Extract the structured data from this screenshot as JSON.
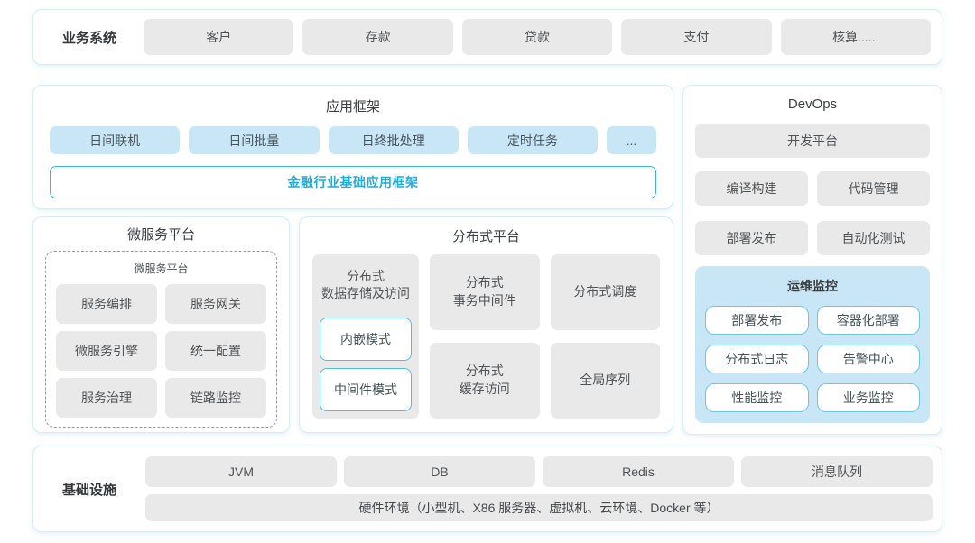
{
  "colors": {
    "accent_teal": "#2fb3d9",
    "panel_border": "#d7ecf3",
    "blue_box": "#c9e6f7",
    "gray_box": "#e9e9e9",
    "monitor_bg": "#c9e6f7"
  },
  "business": {
    "label": "业务系统",
    "items": [
      "客户",
      "存款",
      "贷款",
      "支付",
      "核算......"
    ]
  },
  "app_framework": {
    "title": "应用框架",
    "modules": [
      "日间联机",
      "日间批量",
      "日终批处理",
      "定时任务",
      "..."
    ],
    "base_bar": "金融行业基础应用框架"
  },
  "microservice": {
    "title": "微服务平台",
    "inner_title": "微服务平台",
    "items": [
      "服务编排",
      "服务网关",
      "微服务引擎",
      "统一配置",
      "服务治理",
      "链路监控"
    ]
  },
  "distributed": {
    "title": "分布式平台",
    "storage": {
      "label": "分布式\n数据存储及访问",
      "modes": [
        "内嵌模式",
        "中间件模式"
      ]
    },
    "cells": [
      "分布式\n事务中间件",
      "分布式调度",
      "分布式\n缓存访问",
      "全局序列"
    ]
  },
  "devops": {
    "title": "DevOps",
    "dev_platform": "开发平台",
    "tools": [
      "编译构建",
      "代码管理",
      "部署发布",
      "自动化测试"
    ],
    "monitoring": {
      "title": "运维监控",
      "items": [
        "部署发布",
        "容器化部署",
        "分布式日志",
        "告警中心",
        "性能监控",
        "业务监控"
      ]
    }
  },
  "infrastructure": {
    "label": "基础设施",
    "items": [
      "JVM",
      "DB",
      "Redis",
      "消息队列"
    ],
    "hardware": "硬件环境（小型机、X86 服务器、虚拟机、云环境、Docker 等）"
  }
}
